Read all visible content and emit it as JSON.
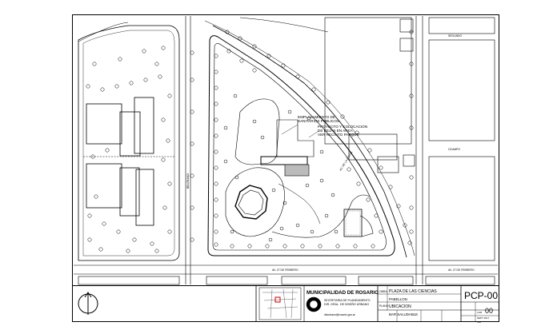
{
  "plan_annotations": {
    "sanitary_note_line1": "EMPLAZAMIENTO DE",
    "sanitary_note_line2": "SANITARIOS PUBLICOS",
    "pavilion_note_line1": "PROYECTO Y COLOCACION",
    "pavilion_note_line2": "DE REJAS EN AREA",
    "pavilion_note_line3": "VER RECINTO PARQUE",
    "street_top_right": "SEGUNDO",
    "street_bottom_left": "AV. 27 DE FEBRERO",
    "street_bottom_right": "AV. 27 DE FEBRERO",
    "street_vertical": "BELGRANO",
    "street_diagonal": "AV. DE LA COSTA",
    "street_right_mid": "OCAMPO"
  },
  "title_block": {
    "municipality": "MUNICIPALIDAD DE ROSARIO",
    "secretariat_line1": "SECRETARIA DE PLANEAMIENTO",
    "secretariat_line2": "DIR. GRAL. DE DISEÑO URBANO",
    "email": "disurbano@rosario.gov.ar",
    "obra_label": "OBRA",
    "obra_value": "PLAZA DE LAS CIENCIAS",
    "sub_value": "PABELLON",
    "plano_label": "PLANO",
    "plano_value": "UBICACION",
    "plano_sub": "BAR SALUDABLE",
    "sheet_code": "PCP-00",
    "sheet_number": "00",
    "lam_label": "LAM",
    "date": "SEPT 2017",
    "scale": "S/E"
  }
}
